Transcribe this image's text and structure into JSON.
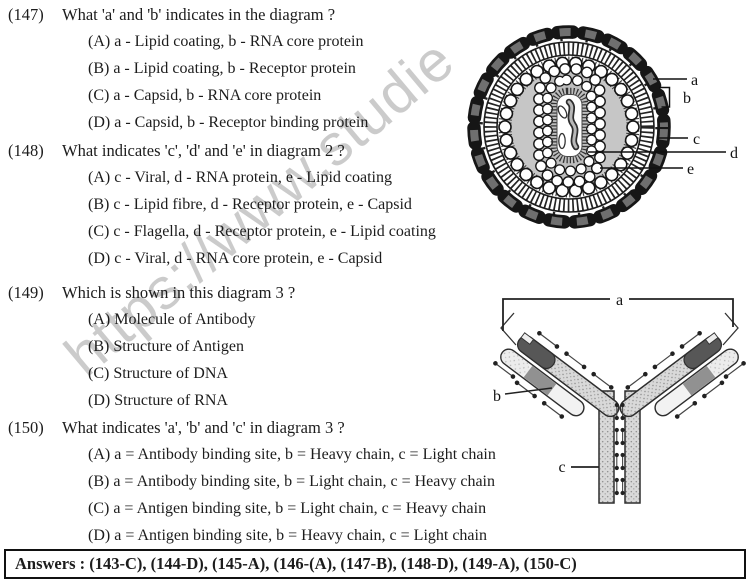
{
  "watermark": {
    "text": "https://www.studie",
    "color": "#aaaaaa"
  },
  "questions": [
    {
      "num": "(147)",
      "text": "What 'a' and 'b' indicates in the diagram ?",
      "options": [
        "(A) a - Lipid coating, b - RNA core protein",
        "(B) a - Lipid coating, b - Receptor protein",
        "(C) a - Capsid, b - RNA core protein",
        "(D) a - Capsid, b - Receptor binding protein"
      ]
    },
    {
      "num": "(148)",
      "text": "What indicates 'c', 'd' and 'e' in diagram 2 ?",
      "options": [
        "(A) c - Viral, d - RNA protein, e - Lipid coating",
        "(B) c - Lipid fibre, d - Receptor protein, e - Capsid",
        "(C) c - Flagella, d - Receptor protein, e - Lipid coating",
        "(D) c - Viral, d - RNA core protein, e - Capsid"
      ]
    },
    {
      "num": "(149)",
      "text": "Which is shown in this diagram 3 ?",
      "options": [
        "(A) Molecule of Antibody",
        "(B) Structure of Antigen",
        "(C) Structure of DNA",
        "(D) Structure of RNA"
      ]
    },
    {
      "num": "(150)",
      "text": "What indicates 'a', 'b' and 'c' in diagram 3 ?",
      "options": [
        "(A) a = Antibody binding site, b = Heavy chain, c = Light chain",
        "(B) a = Antibody binding site, b = Light chain, c = Heavy chain",
        "(C) a = Antigen binding site, b = Light chain, c = Heavy chain",
        "(D) a = Antigen binding site, b = Heavy chain, c = Light chain"
      ]
    }
  ],
  "virus_diagram": {
    "labels": {
      "a": "a",
      "b": "b",
      "c": "c",
      "d": "d",
      "e": "e"
    }
  },
  "antibody_diagram": {
    "labels": {
      "a": "a",
      "b": "b",
      "c": "c"
    }
  },
  "answers_bar": {
    "text": "Answers : (143-C), (144-D), (145-A), (146-(A), (147-B), (148-D), (149-A), (150-C)"
  }
}
